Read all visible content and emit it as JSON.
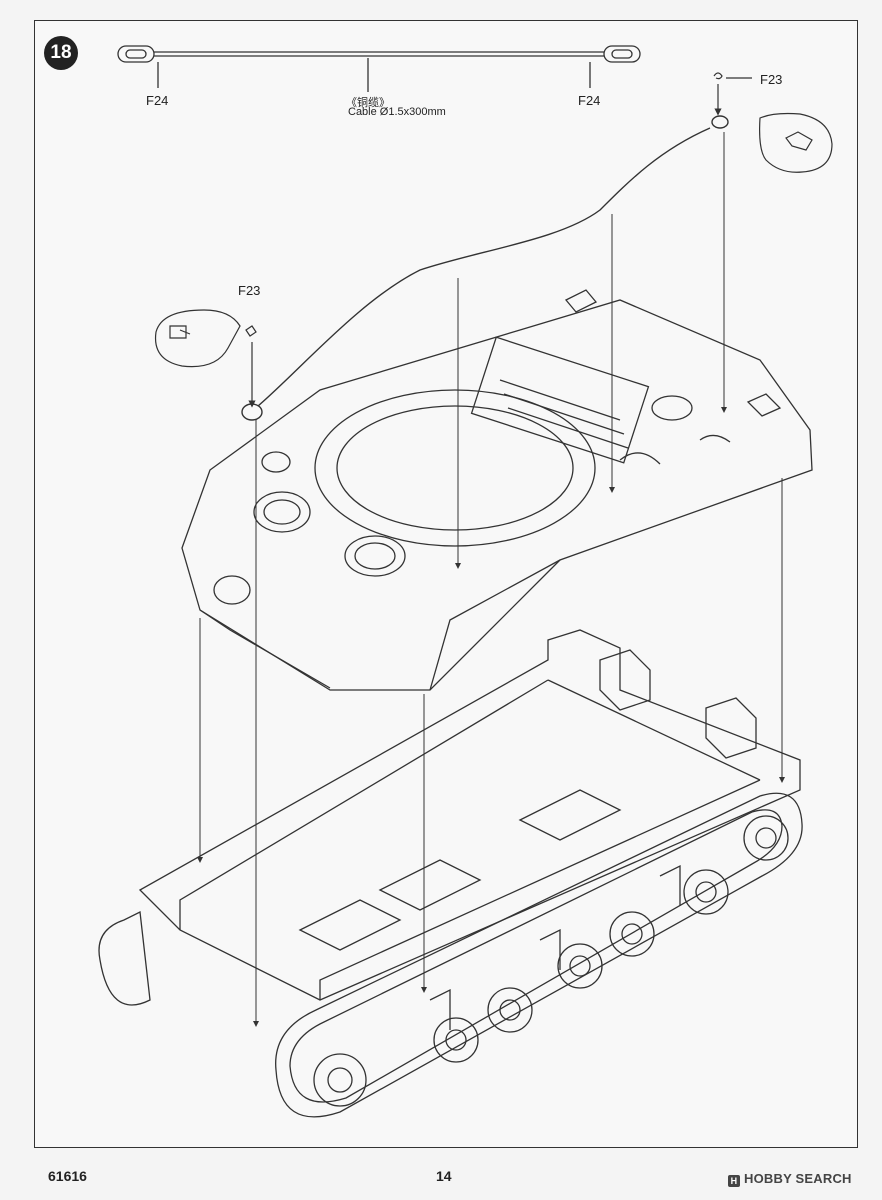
{
  "step": {
    "number": "18"
  },
  "callouts": {
    "f24_left": "F24",
    "f24_right": "F24",
    "f23_top": "F23",
    "f23_left": "F23",
    "cable_cn": "《铜缆》",
    "cable_en": "Cable Ø1.5x300mm"
  },
  "footer": {
    "product_code": "61616",
    "page_number": "14",
    "watermark": "HOBBY SEARCH",
    "watermark_logo": "H"
  }
}
